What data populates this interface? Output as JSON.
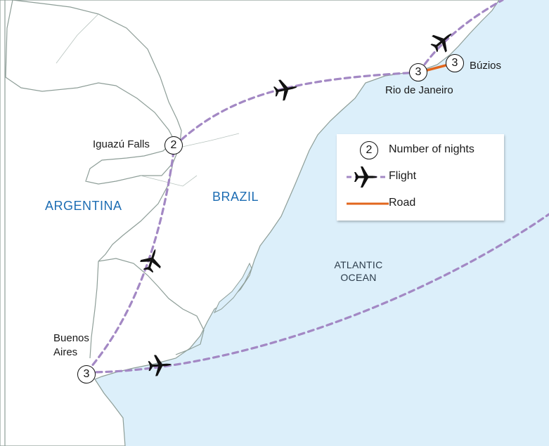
{
  "colors": {
    "ocean": "#dceffa",
    "land": "#ffffff",
    "border": "#8e9e98",
    "flight_route": "#a388c4",
    "road": "#e2661d",
    "country_label": "#1d6db3"
  },
  "map": {
    "countries": [
      {
        "id": "argentina",
        "label": "ARGENTINA"
      },
      {
        "id": "brazil",
        "label": "BRAZIL"
      }
    ],
    "ocean_label": {
      "line1": "ATLANTIC",
      "line2": "OCEAN"
    },
    "stops": [
      {
        "id": "iguazu",
        "name": "Iguazú Falls",
        "nights": "2"
      },
      {
        "id": "rio",
        "name": "Rio de Janeiro",
        "nights": "3"
      },
      {
        "id": "buzios",
        "name": "Búzios",
        "nights": "3"
      },
      {
        "id": "buenos-aires",
        "name_line1": "Buenos",
        "name_line2": "Aires",
        "nights": "3"
      }
    ],
    "route_icons": [
      "airplane-icon",
      "airplane-icon",
      "airplane-icon",
      "airplane-icon"
    ]
  },
  "legend": {
    "nights": {
      "sample_value": "2",
      "label": "Number of nights",
      "icon": "circled-number-icon"
    },
    "flight": {
      "label": "Flight",
      "icon": "airplane-icon"
    },
    "road": {
      "label": "Road",
      "icon": "road-line-icon"
    }
  }
}
